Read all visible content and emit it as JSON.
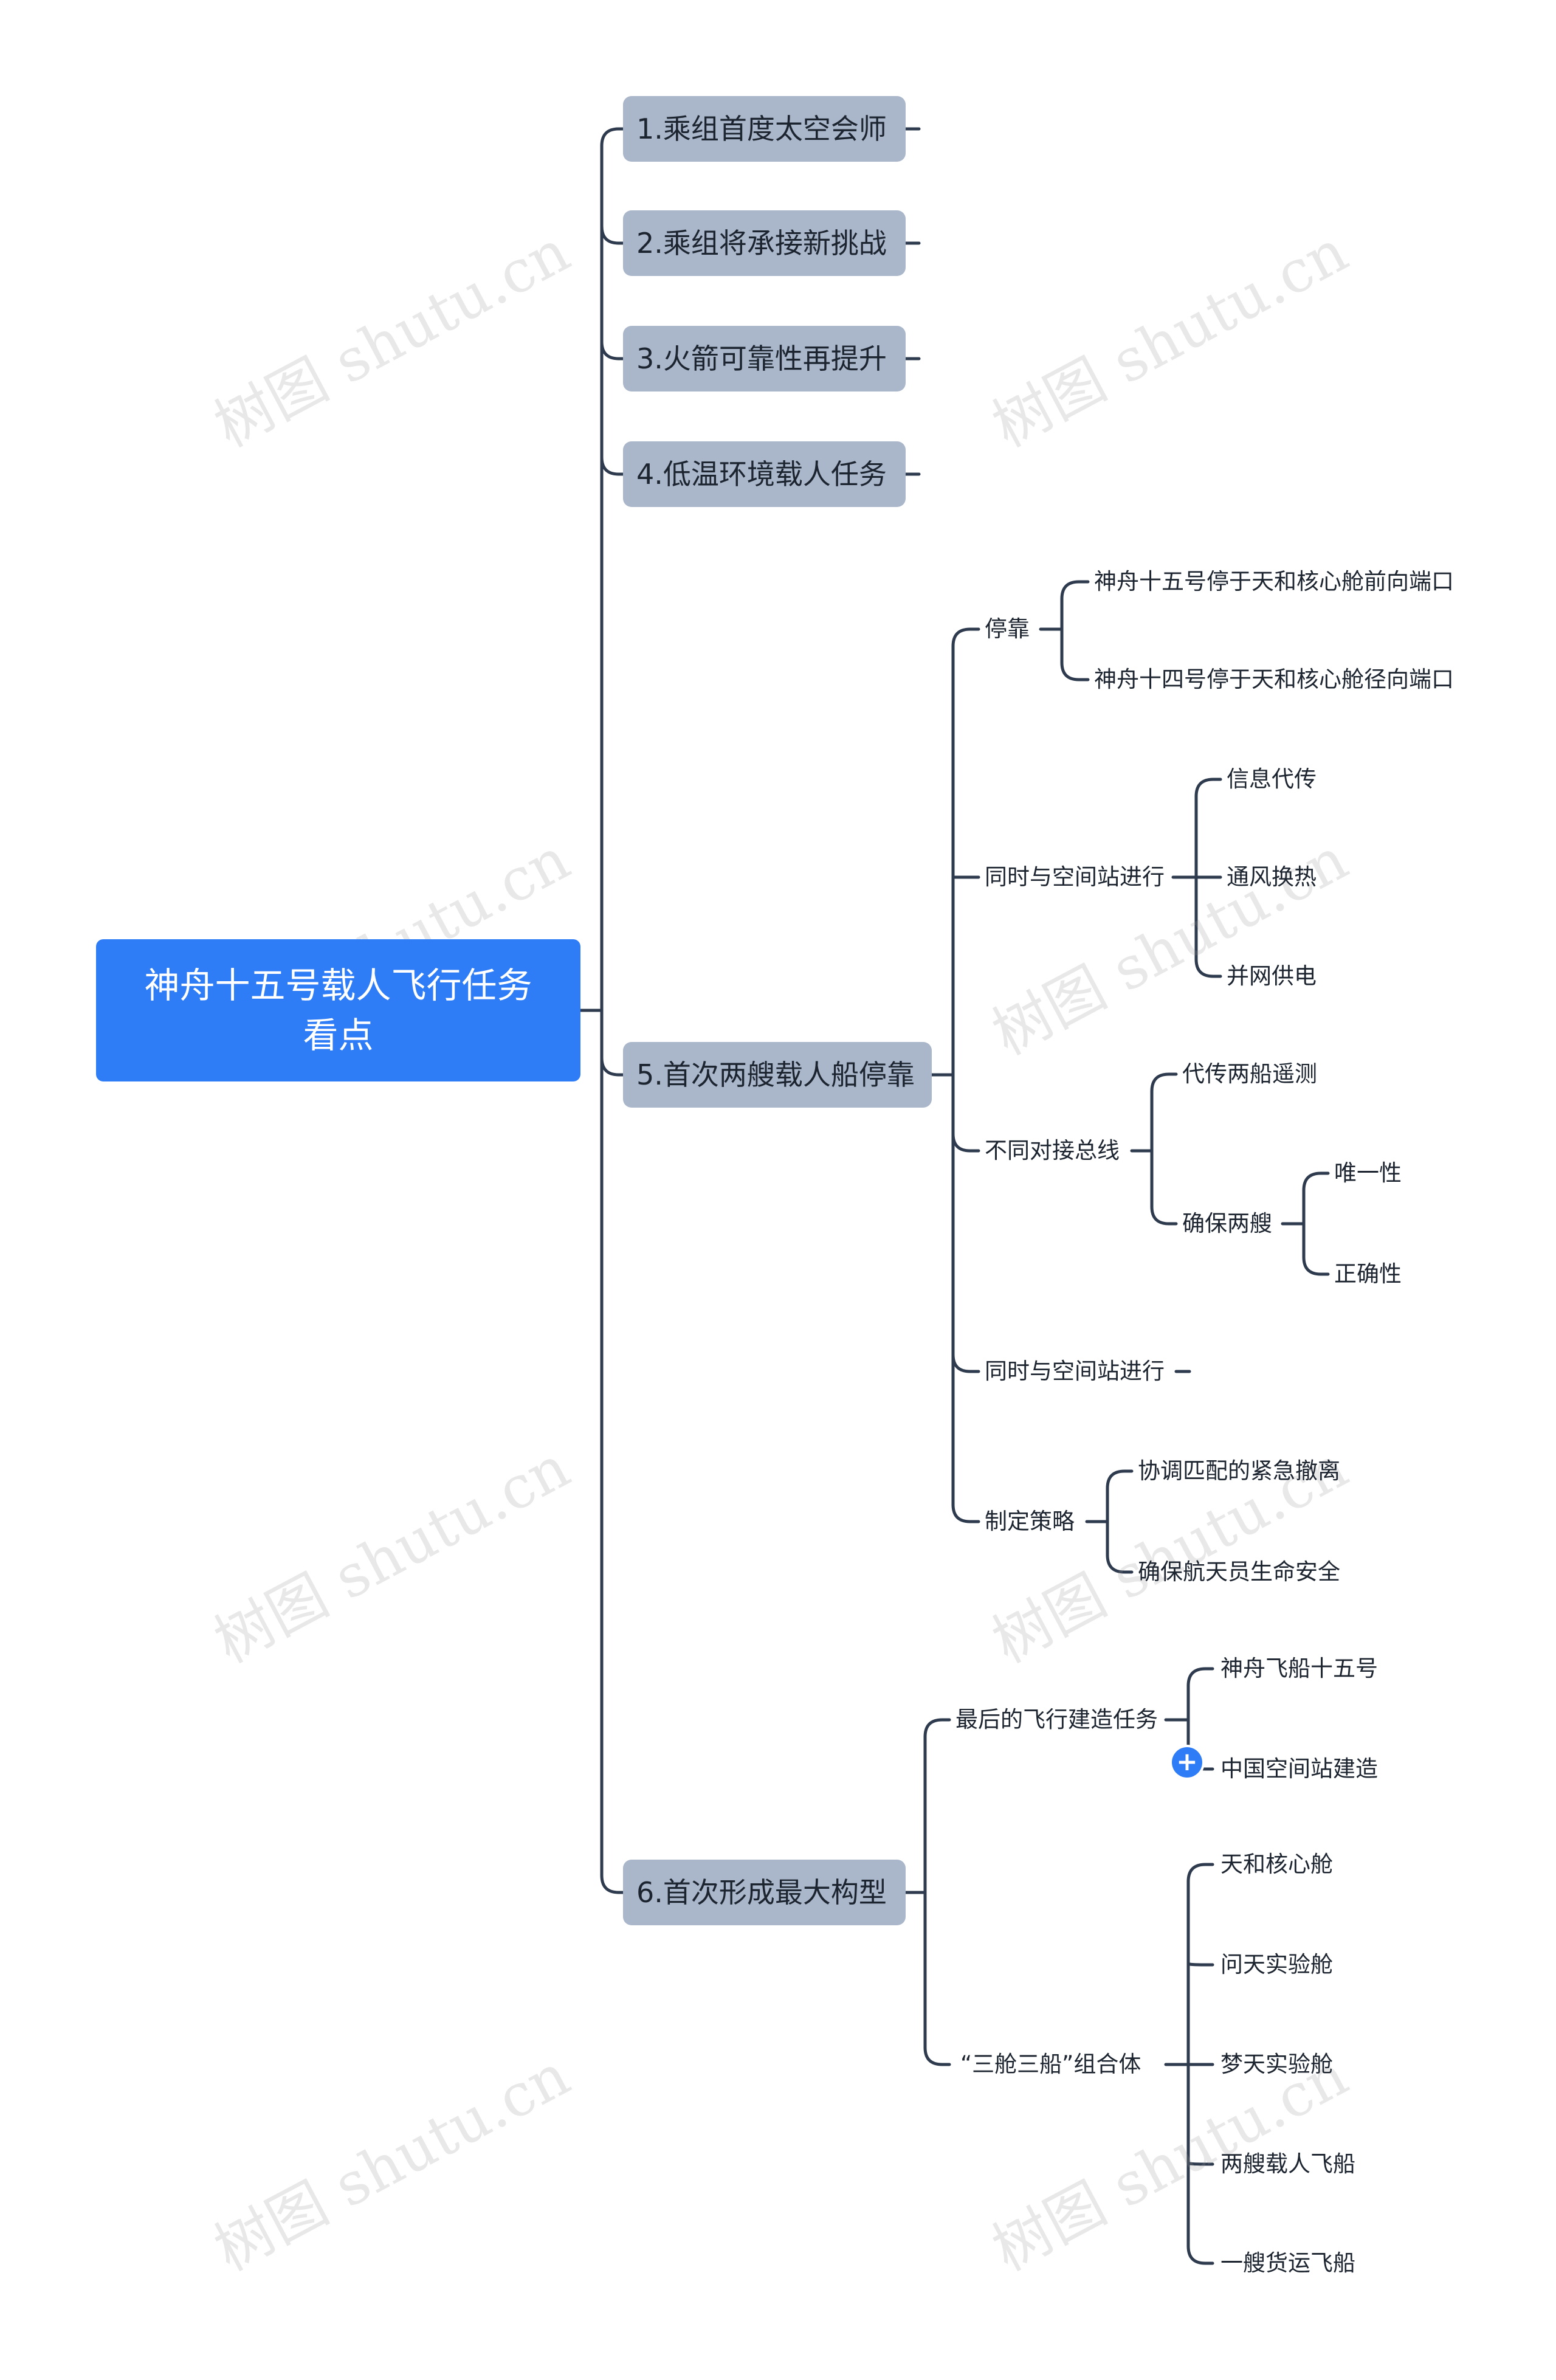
{
  "root": {
    "line1": "神舟十五号载人飞行任务",
    "line2": "看点"
  },
  "branches": [
    {
      "label": "1.乘组首度太空会师"
    },
    {
      "label": "2.乘组将承接新挑战"
    },
    {
      "label": "3.火箭可靠性再提升"
    },
    {
      "label": "4.低温环境载人任务"
    },
    {
      "label": "5.首次两艘载人船停靠"
    },
    {
      "label": "6.首次形成最大构型"
    }
  ],
  "b5": {
    "c1": {
      "label": "停靠",
      "items": [
        "神舟十五号停于天和核心舱前向端口",
        "神舟十四号停于天和核心舱径向端口"
      ]
    },
    "c2": {
      "label": "同时与空间站进行",
      "items": [
        "信息代传",
        "通风换热",
        "并网供电"
      ]
    },
    "c3": {
      "label": "不同对接总线",
      "items": [
        "代传两船遥测",
        "确保两艘"
      ],
      "sub": [
        "唯一性",
        "正确性"
      ]
    },
    "c4": {
      "label": "同时与空间站进行"
    },
    "c5": {
      "label": "制定策略",
      "items": [
        "协调匹配的紧急撤离",
        "确保航天员生命安全"
      ]
    }
  },
  "b6": {
    "c1": {
      "label": "最后的飞行建造任务",
      "items": [
        "神舟飞船十五号",
        "中国空间站建造"
      ]
    },
    "c2": {
      "label": "“三舱三船”组合体",
      "items": [
        "天和核心舱",
        "问天实验舱",
        "梦天实验舱",
        "两艘载人飞船",
        "一艘货运飞船"
      ]
    }
  },
  "expand_button": "+",
  "watermark": "树图 shutu.cn",
  "colors": {
    "root": "#2f7df6",
    "branch": "#aab7cb",
    "line": "#2e3a4d"
  }
}
